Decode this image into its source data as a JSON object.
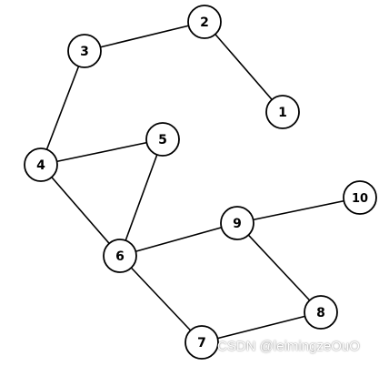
{
  "graph": {
    "nodes": [
      {
        "id": "1",
        "label": "1"
      },
      {
        "id": "2",
        "label": "2"
      },
      {
        "id": "3",
        "label": "3"
      },
      {
        "id": "4",
        "label": "4"
      },
      {
        "id": "5",
        "label": "5"
      },
      {
        "id": "6",
        "label": "6"
      },
      {
        "id": "7",
        "label": "7"
      },
      {
        "id": "8",
        "label": "8"
      },
      {
        "id": "9",
        "label": "9"
      },
      {
        "id": "10",
        "label": "10"
      }
    ],
    "edges": [
      [
        "3",
        "2"
      ],
      [
        "2",
        "1"
      ],
      [
        "3",
        "4"
      ],
      [
        "4",
        "5"
      ],
      [
        "4",
        "6"
      ],
      [
        "5",
        "6"
      ],
      [
        "6",
        "9"
      ],
      [
        "9",
        "10"
      ],
      [
        "9",
        "8"
      ],
      [
        "6",
        "7"
      ],
      [
        "7",
        "8"
      ]
    ]
  },
  "watermark": "CSDN @leimingzeOuO",
  "colors": {
    "stroke": "#000000",
    "fill": "#ffffff"
  }
}
